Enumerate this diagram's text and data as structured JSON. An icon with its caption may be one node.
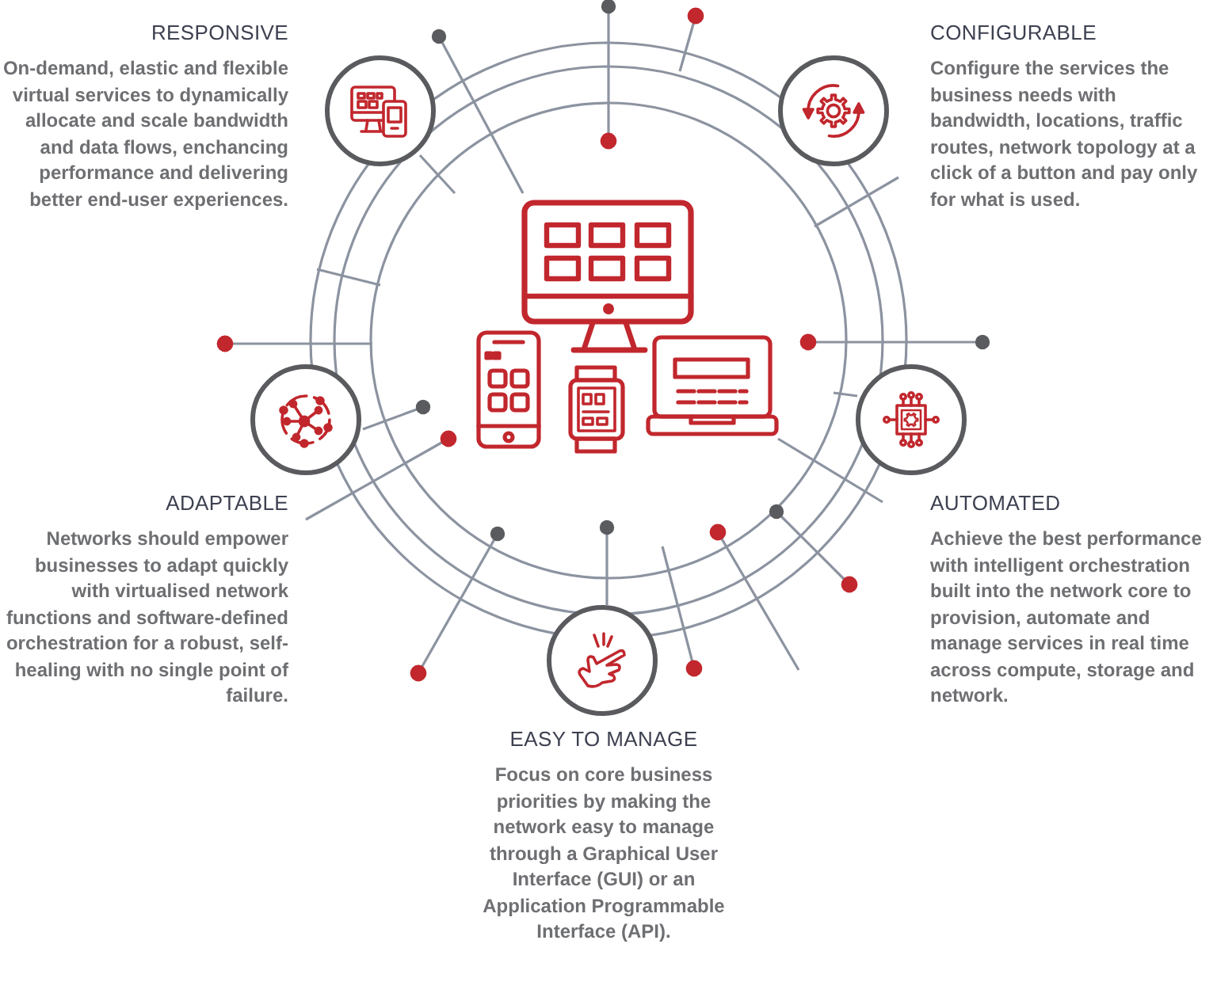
{
  "diagram": {
    "nodes": [
      {
        "text": [
          "RESPONSIVE",
          "On-demand, elastic and flexible virtual services to dynamically allocate and scale bandwidth and data flows, enchancing performance and delivering better end-user experiences."
        ]
      },
      {
        "text": [
          "CONFIGURABLE",
          "Configure the services the business needs with bandwidth, locations, traffic routes, network topology at a click of a button and pay only for what is used."
        ]
      },
      {
        "text": [
          "ADAPTABLE",
          "Networks should empower businesses to adapt quickly with virtualised network functions and software-defined orchestration for a robust, self-healing with no single point of failure."
        ]
      },
      {
        "text": [
          "AUTOMATED",
          "Achieve the best performance with intelligent orchestration built into the network core to provision, automate and manage services in real time across compute, storage and network."
        ]
      },
      {
        "text": [
          "EASY TO MANAGE",
          "Focus on core business priorities by making the network easy to manage through a Graphical User Interface (GUI) or an Application Programmable Interface (API)."
        ]
      }
    ]
  }
}
